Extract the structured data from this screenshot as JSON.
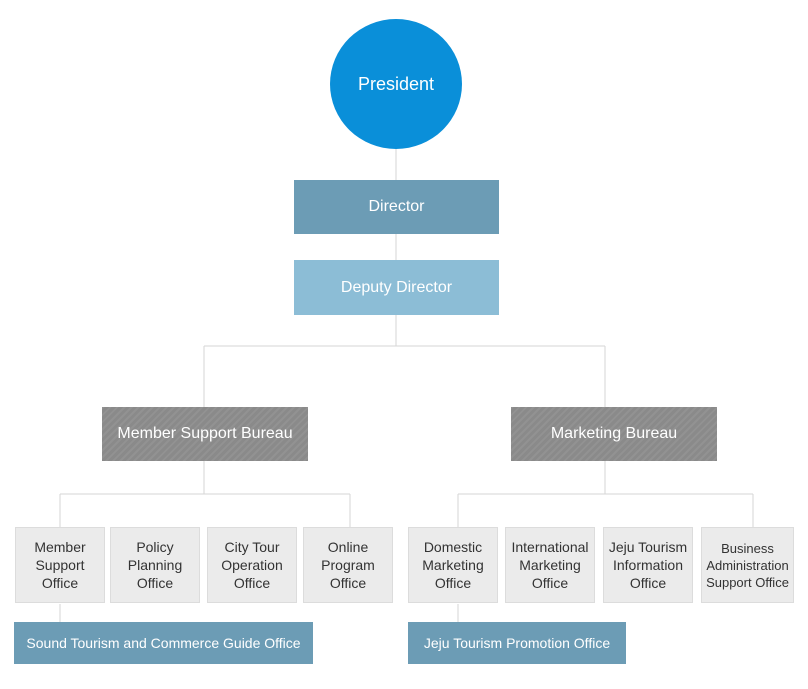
{
  "org_chart": {
    "president": "President",
    "director": "Director",
    "deputy_director": "Deputy Director",
    "bureaus": {
      "member_support": "Member Support Bureau",
      "marketing": "Marketing Bureau"
    },
    "member_support_offices": [
      "Member Support Office",
      "Policy Planning Office",
      "City Tour Operation Office",
      "Online Program Office"
    ],
    "marketing_offices": [
      "Domestic Marketing Office",
      "International Marketing Office",
      "Jeju Tourism Information Office",
      "Business Administration Support Office"
    ],
    "sub_offices": {
      "member_support": "Sound Tourism and Commerce Guide Office",
      "marketing": "Jeju Tourism Promotion Office"
    }
  },
  "colors": {
    "president": "#0a8fd9",
    "director": "#6c9cb5",
    "deputy_director": "#8cbdd6",
    "bureau": "#8a8a8a",
    "office": "#ebebeb",
    "sub_office": "#6c9cb5",
    "connector": "#d5d5d5"
  }
}
